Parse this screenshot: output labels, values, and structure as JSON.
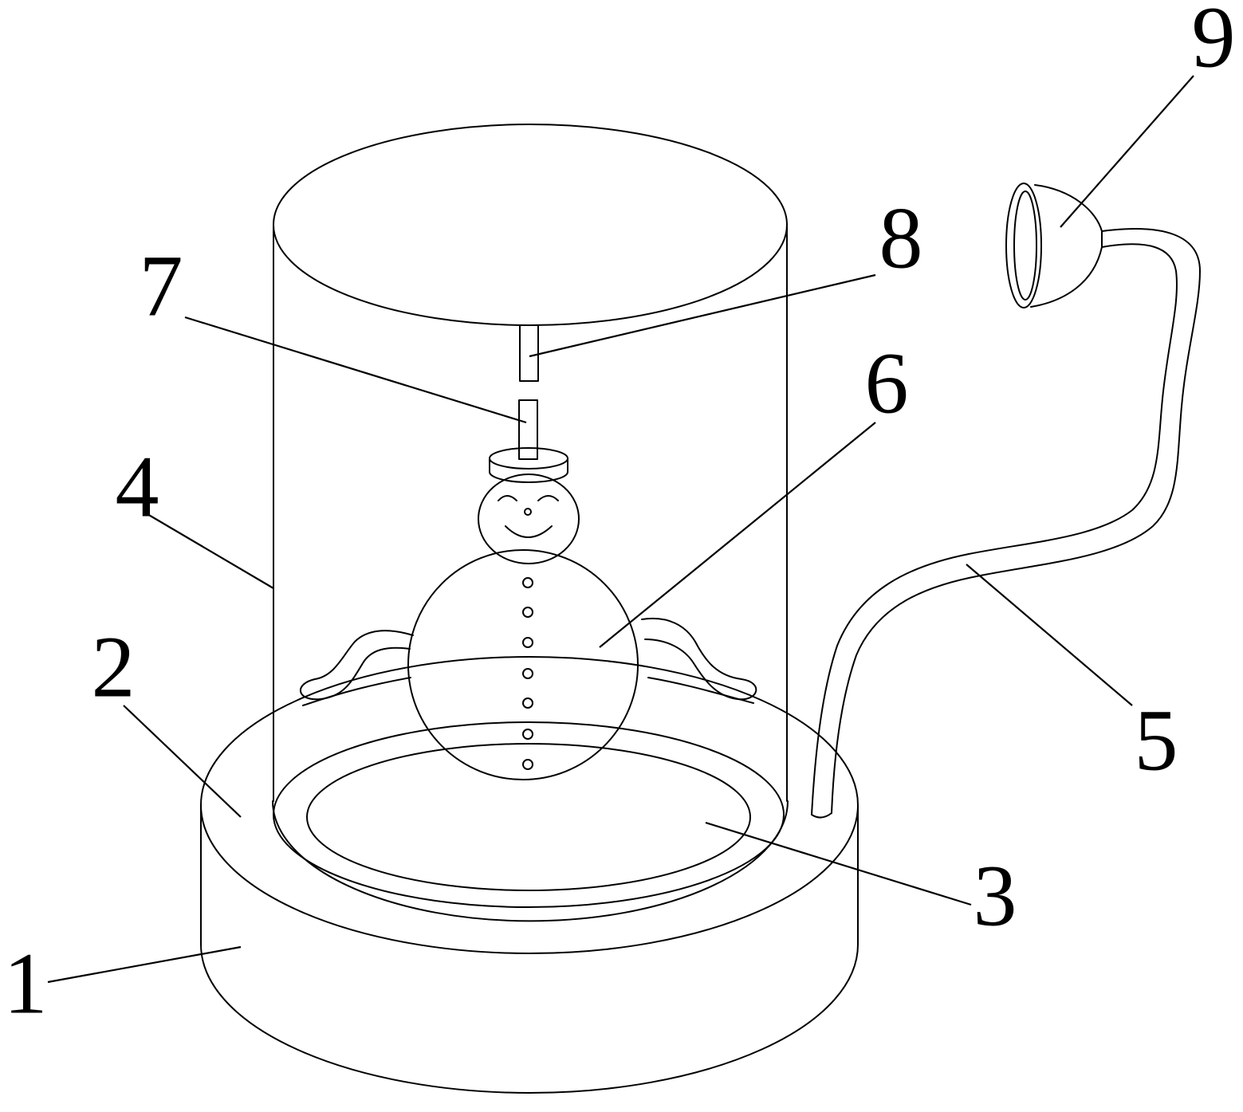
{
  "figure": {
    "background": "#ffffff",
    "stroke_color": "#000000"
  },
  "callouts": [
    {
      "id": "1",
      "label": "1"
    },
    {
      "id": "2",
      "label": "2"
    },
    {
      "id": "3",
      "label": "3"
    },
    {
      "id": "4",
      "label": "4"
    },
    {
      "id": "5",
      "label": "5"
    },
    {
      "id": "6",
      "label": "6"
    },
    {
      "id": "7",
      "label": "7"
    },
    {
      "id": "8",
      "label": "8"
    },
    {
      "id": "9",
      "label": "9"
    }
  ]
}
